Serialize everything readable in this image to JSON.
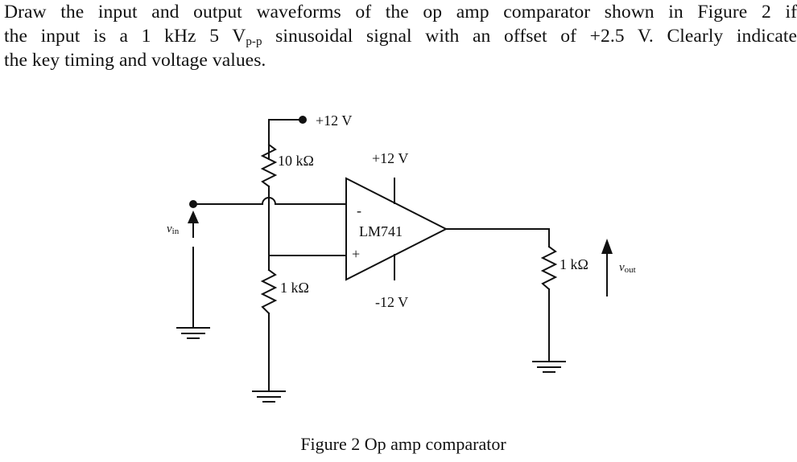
{
  "question": {
    "line1": "Draw the input and output waveforms of the op amp comparator shown in Figure 2 if",
    "line2_a": "the input is a 1 kHz 5 V",
    "line2_sub": "p-p",
    "line2_b": " sinusoidal signal with an offset of +2.5 V. Clearly indicate",
    "line3": "the key timing and voltage values."
  },
  "circuit": {
    "supply_top_label": "+12 V",
    "r1_label": "10 kΩ",
    "opamp_vcc_label": "+12 V",
    "opamp_vee_label": "-12 V",
    "opamp_name": "LM741",
    "inverting_sign": "-",
    "noninverting_sign": "+",
    "r2_label": "1 kΩ",
    "rload_label": "1 kΩ",
    "vin_label": "v",
    "vin_sub": "in",
    "vout_label": "v",
    "vout_sub": "out"
  },
  "caption": "Figure 2 Op amp comparator"
}
